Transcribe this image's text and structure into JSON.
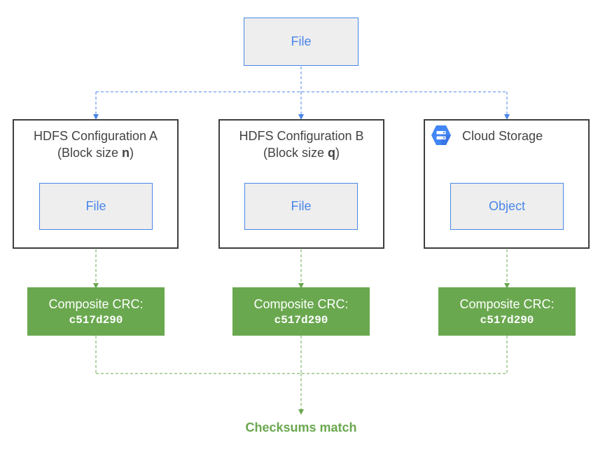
{
  "top": {
    "file_label": "File"
  },
  "containers": [
    {
      "title_line1": "HDFS Configuration A",
      "title_line2_prefix": "(Block size ",
      "title_line2_bold": "n",
      "title_line2_suffix": ")",
      "inner_label": "File",
      "crc_label": "Composite CRC:",
      "crc_value": "c517d290"
    },
    {
      "title_line1": "HDFS Configuration B",
      "title_line2_prefix": "(Block size ",
      "title_line2_bold": "q",
      "title_line2_suffix": ")",
      "inner_label": "File",
      "crc_label": "Composite CRC:",
      "crc_value": "c517d290"
    },
    {
      "title": "Cloud Storage",
      "icon": "cloud-storage-icon",
      "inner_label": "Object",
      "crc_label": "Composite CRC:",
      "crc_value": "c517d290"
    }
  ],
  "result": {
    "label": "Checksums match"
  },
  "colors": {
    "blue_accent": "#4a86e8",
    "green_accent": "#6aa84f",
    "box_fill": "#eeeeee",
    "border_dark": "#3f3f3f"
  }
}
